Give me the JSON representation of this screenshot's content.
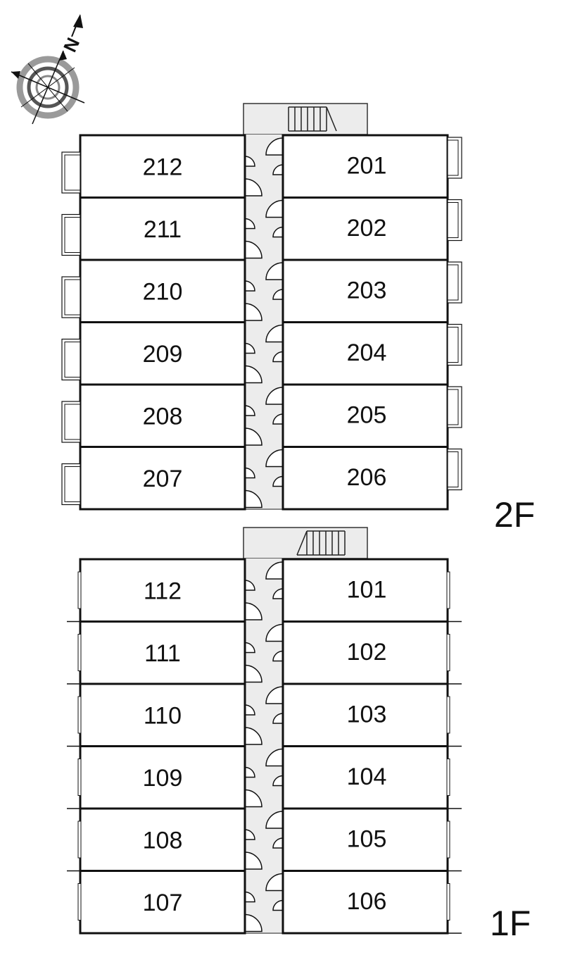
{
  "compass": {
    "north_label": "N",
    "icon": "compass-rose-icon"
  },
  "floors": [
    {
      "label": "2F",
      "left_units": [
        "212",
        "211",
        "210",
        "209",
        "208",
        "207"
      ],
      "right_units": [
        "201",
        "202",
        "203",
        "204",
        "205",
        "206"
      ]
    },
    {
      "label": "1F",
      "left_units": [
        "112",
        "111",
        "110",
        "109",
        "108",
        "107"
      ],
      "right_units": [
        "101",
        "102",
        "103",
        "104",
        "105",
        "106"
      ]
    }
  ],
  "colors": {
    "line": "#111111",
    "corridor": "#ececec",
    "compass_ring": "#9a9a9a"
  }
}
